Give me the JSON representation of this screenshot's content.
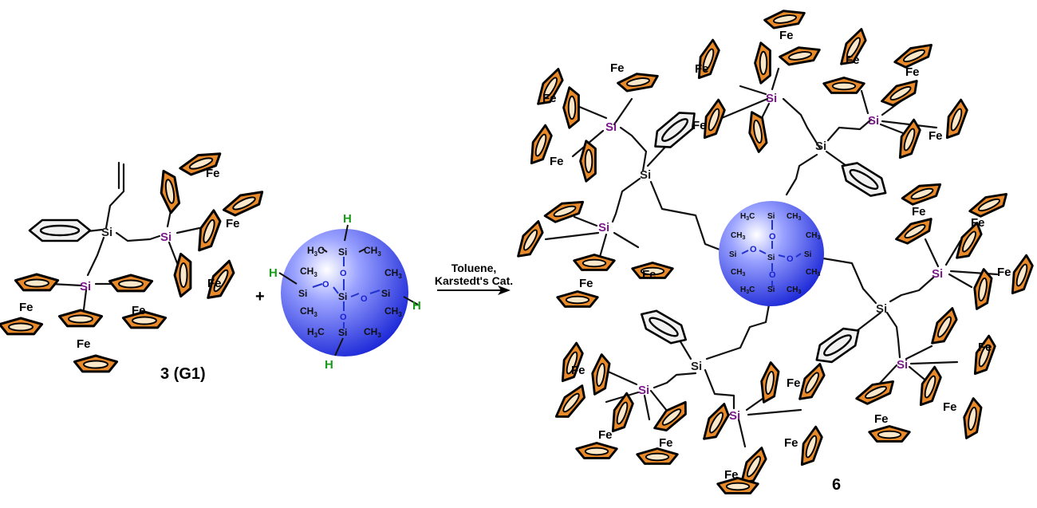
{
  "reactant_label": "3 (G1)",
  "plus_sign": "+",
  "product_label": "6",
  "conditions": [
    "Toluene,",
    "Karstedt's Cat."
  ],
  "atoms": {
    "iron": "Fe",
    "silicon": "Si",
    "oxygen": "O",
    "hydrogen": "H",
    "methyl": "CH",
    "methyl_sub": "3",
    "methyl_left": "H",
    "methyl_left_c": "C"
  },
  "colors": {
    "sphere": "#2a3ae0",
    "cyclopentadienyl": "#e8892a",
    "silicon_branch": "#7a1a8a",
    "hydrogen": "#1a9a1a",
    "oxygen": "#1a22d0"
  }
}
